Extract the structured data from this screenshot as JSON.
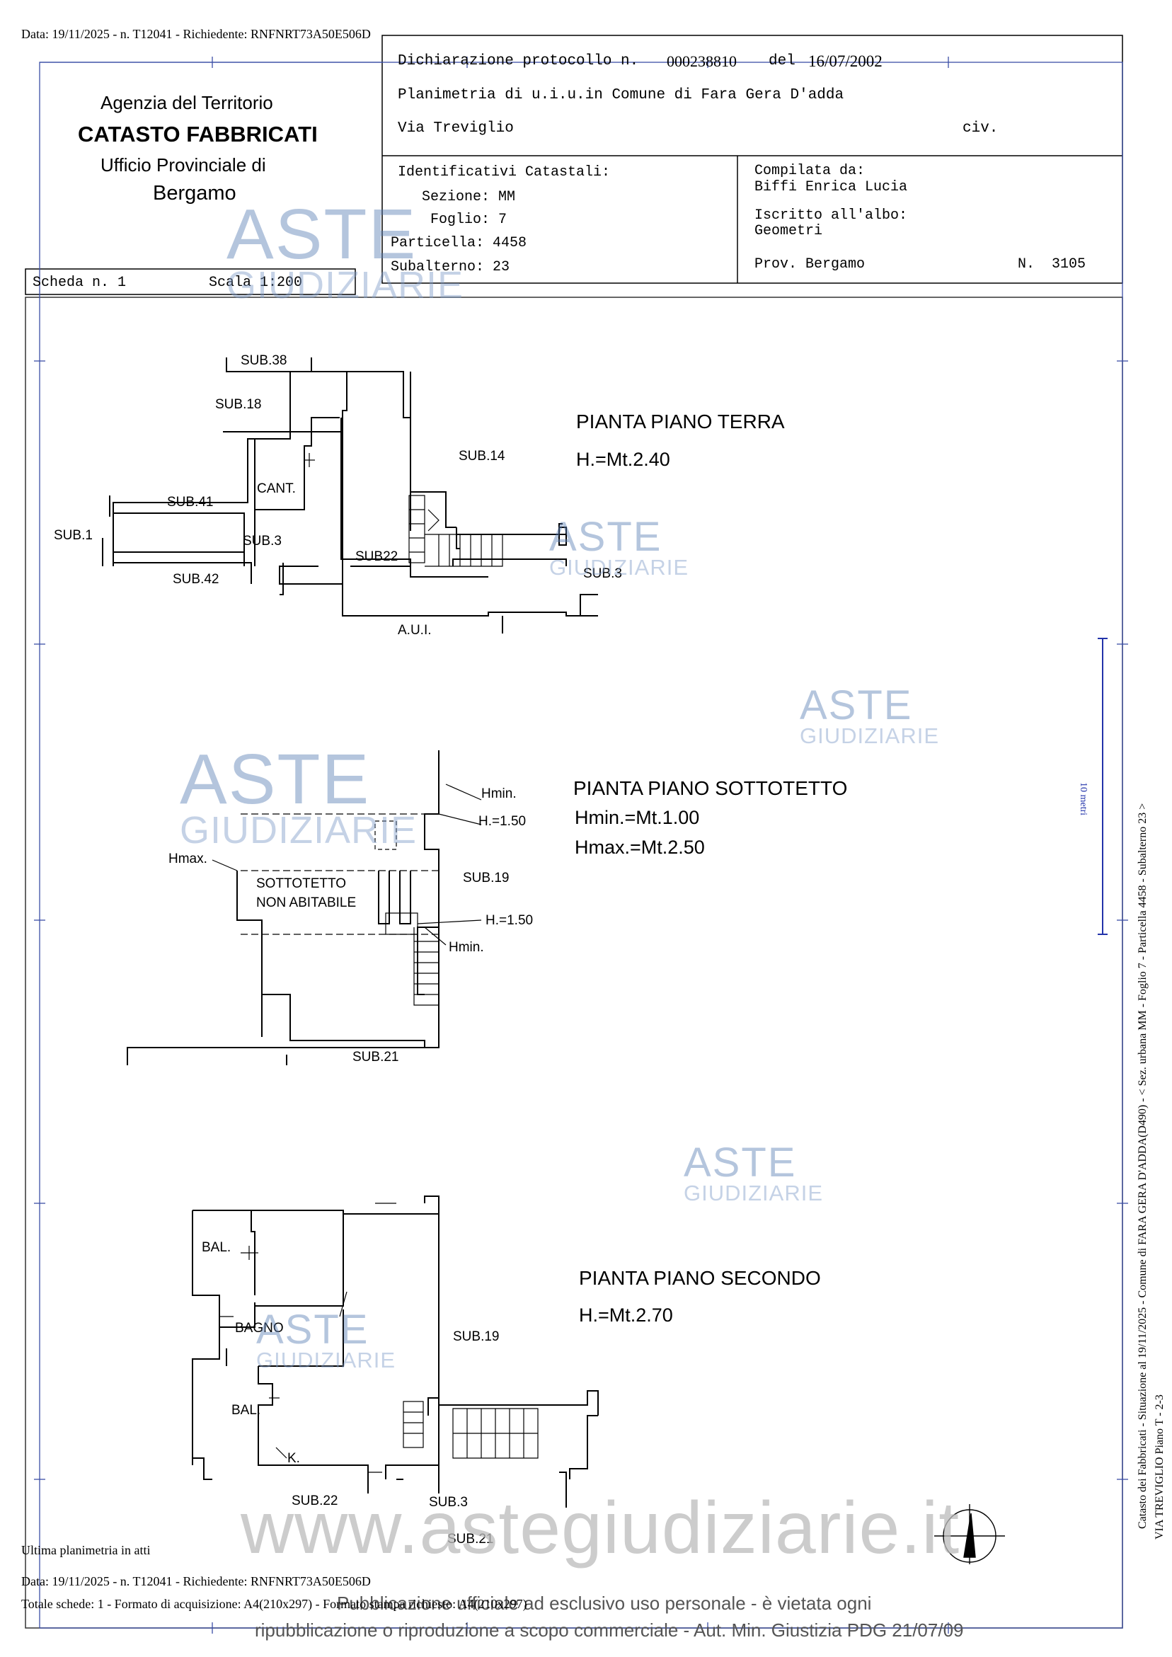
{
  "top_stamp": "Data: 19/11/2025 - n. T12041 - Richiedente: RNFNRT73A50E506D",
  "header": {
    "agency": "Agenzia del Territorio",
    "catasto": "CATASTO FABBRICATI",
    "ufficio": "Ufficio Provinciale di",
    "city": "Bergamo",
    "dichiarazione_label": "Dichiarazione protocollo n.",
    "protocol_number": "000238810",
    "del_label": "del",
    "date": "16/07/2002",
    "planimetria": "Planimetria di u.i.u.in Comune di Fara Gera D'adda",
    "via": "Via Treviglio",
    "civ": "civ.",
    "identificativi_label": "Identificativi Catastali:",
    "sezione": "Sezione: MM",
    "foglio": "Foglio: 7",
    "particella": "Particella: 4458",
    "subalterno": "Subalterno: 23",
    "compilata_label": "Compilata da:",
    "compilata_name": "Biffi Enrica Lucia",
    "iscritto_label": "Iscritto all'albo:",
    "iscritto_value": "Geometri",
    "prov": "Prov. Bergamo",
    "n_label": "N.",
    "n_value": "3105",
    "scheda": "Scheda n. 1",
    "scala": "Scala 1:200"
  },
  "plans": {
    "terra": {
      "title": "PIANTA PIANO TERRA",
      "height": "H.=Mt.2.40",
      "labels": [
        "SUB.38",
        "SUB.18",
        "SUB.14",
        "CANT.",
        "SUB.41",
        "SUB.1",
        "SUB.3",
        "SUB22",
        "SUB.42",
        "SUB.3",
        "A.U.I."
      ]
    },
    "sottotetto": {
      "title": "PIANTA PIANO SOTTOTETTO",
      "hmin": "Hmin.=Mt.1.00",
      "hmax": "Hmax.=Mt.2.50",
      "labels": [
        "Hmin.",
        "H.=1.50",
        "Hmax.",
        "SOTTOTETTO",
        "NON ABITABILE",
        "SUB.19",
        "H.=1.50",
        "Hmin.",
        "SUB.21"
      ]
    },
    "secondo": {
      "title": "PIANTA PIANO SECONDO",
      "height": "H.=Mt.2.70",
      "labels": [
        "BAL.",
        "BAGNO",
        "SUB.19",
        "BAL.",
        "K.",
        "SUB.22",
        "SUB.3",
        "SUB.21"
      ]
    }
  },
  "side_text_1": "Catasto dei Fabbricati - Situazione al 19/11/2025 - Comune di FARA GERA D'ADDA(D490) - < Sez. urbana MM - Foglio 7 - Particella 4458 - Subalterno 23 >",
  "side_text_2": "VIA TREVIGLIO Piano T - 2-3",
  "scale_bar_label": "10 metri",
  "watermark": {
    "aste": "ASTE",
    "giudiziarie": "GIUDIZIARIE",
    "site": "www.astegiudiziarie.it",
    "notice_line1": "Pubblicazione ufficiale ad esclusivo uso personale - è vietata ogni",
    "notice_line2": "ripubblicazione o riproduzione a scopo commerciale - Aut. Min. Giustizia PDG 21/07/09"
  },
  "footer": {
    "ultima": "Ultima planimetria in atti",
    "stamp": "Data: 19/11/2025 - n. T12041 - Richiedente: RNFNRT73A50E506D",
    "totale": "Totale schede: 1 - Formato di acquisizione: A4(210x297) - Formato stampa richiesto: A4(210x297)"
  }
}
